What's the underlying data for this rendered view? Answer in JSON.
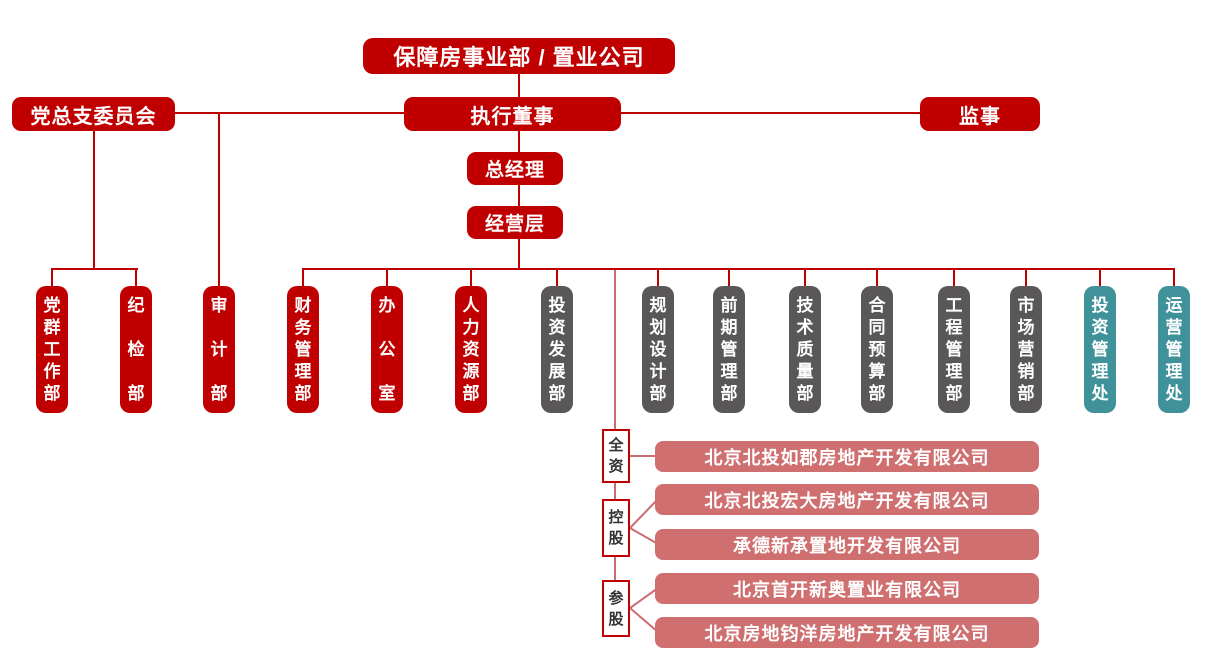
{
  "title": {
    "root": "保障房事业部 / 置业公司"
  },
  "leadership": {
    "party_committee": "党总支委员会",
    "executive_director": "执行董事",
    "supervisor": "监事",
    "general_manager": "总经理",
    "management_layer": "经营层"
  },
  "departments": [
    {
      "name": "党群工作部",
      "type": "red"
    },
    {
      "name": "纪检部",
      "type": "red"
    },
    {
      "name": "审计部",
      "type": "red"
    },
    {
      "name": "财务管理部",
      "type": "red"
    },
    {
      "name": "办公室",
      "type": "red"
    },
    {
      "name": "人力资源部",
      "type": "red"
    },
    {
      "name": "投资发展部",
      "type": "gray"
    },
    {
      "name": "规划设计部",
      "type": "gray"
    },
    {
      "name": "前期管理部",
      "type": "gray"
    },
    {
      "name": "技术质量部",
      "type": "gray"
    },
    {
      "name": "合同预算部",
      "type": "gray"
    },
    {
      "name": "工程管理部",
      "type": "gray"
    },
    {
      "name": "市场营销部",
      "type": "gray"
    },
    {
      "name": "投资管理处",
      "type": "teal"
    },
    {
      "name": "运营管理处",
      "type": "teal"
    }
  ],
  "ownership_labels": {
    "wholly_owned": "全资",
    "holding": "控股",
    "participation": "参股"
  },
  "subsidiaries": [
    {
      "name": "北京北投如郡房地产开发有限公司",
      "ownership": "全资"
    },
    {
      "name": "北京北投宏大房地产开发有限公司",
      "ownership": "控股"
    },
    {
      "name": "承德新承置地开发有限公司",
      "ownership": "控股"
    },
    {
      "name": "北京首开新奥置业有限公司",
      "ownership": "参股"
    },
    {
      "name": "北京房地钧洋房地产开发有限公司",
      "ownership": "参股"
    }
  ],
  "colors": {
    "red": "#c00000",
    "gray": "#595757",
    "teal": "#3f929a",
    "company_pink": "#cf6f6f",
    "line": "#c00000",
    "subsidiary_line": "#c96d71",
    "ownership_text": "#333333"
  }
}
